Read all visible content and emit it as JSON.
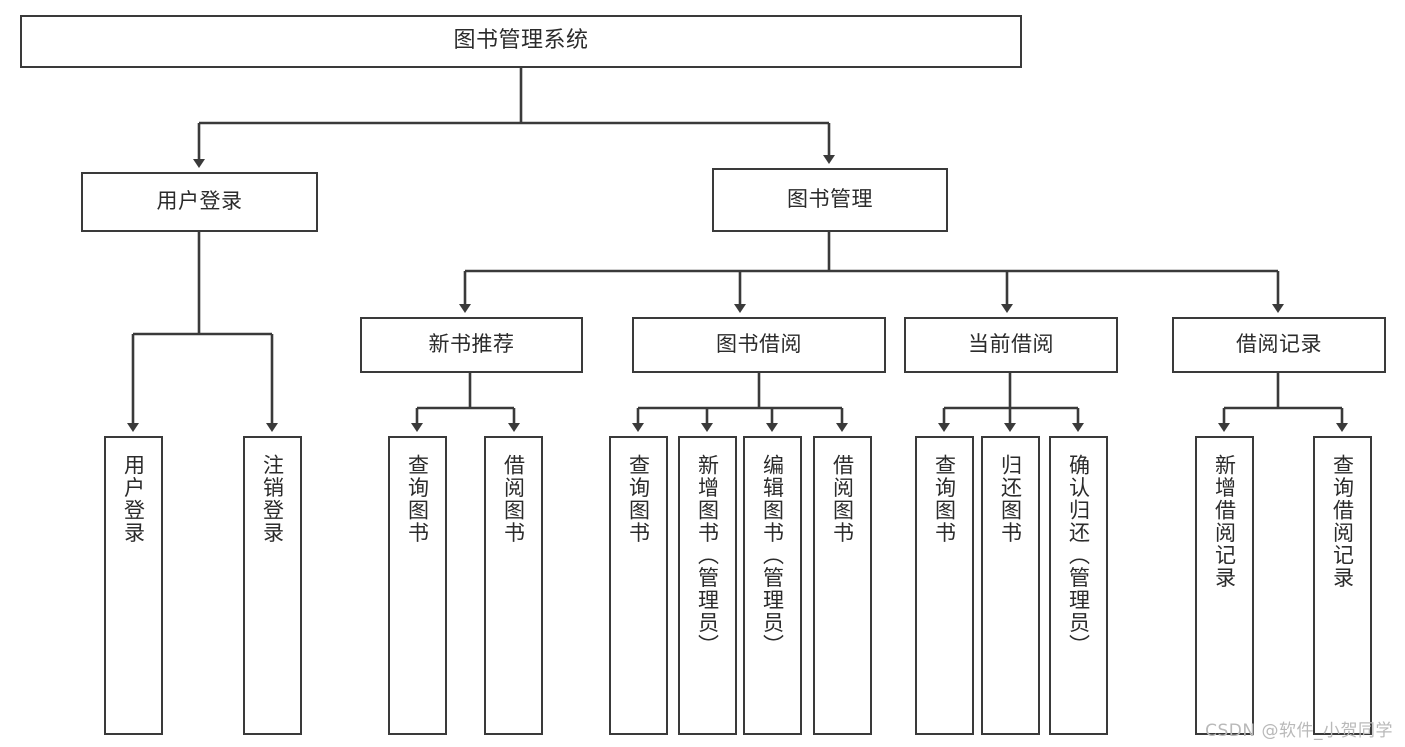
{
  "diagram": {
    "title": "图书管理系统",
    "watermark": "CSDN @软件_小贺同学",
    "stroke_color": "#3a3a3a",
    "text_color": "#2b2b2b",
    "background": "#ffffff",
    "root": {
      "label": "图书管理系统"
    },
    "level1": [
      {
        "label": "用户登录"
      },
      {
        "label": "图书管理"
      }
    ],
    "level2": [
      {
        "label": "新书推荐"
      },
      {
        "label": "图书借阅"
      },
      {
        "label": "当前借阅"
      },
      {
        "label": "借阅记录"
      }
    ],
    "leaves": {
      "user_login": [
        {
          "label": "用户登录"
        },
        {
          "label": "注销登录"
        }
      ],
      "new_book": [
        {
          "label": "查询图书"
        },
        {
          "label": "借阅图书"
        }
      ],
      "book_borrow": [
        {
          "label": "查询图书"
        },
        {
          "label": "新增图书（管理员）"
        },
        {
          "label": "编辑图书（管理员）"
        },
        {
          "label": "借阅图书"
        }
      ],
      "current_borrow": [
        {
          "label": "查询图书"
        },
        {
          "label": "归还图书"
        },
        {
          "label": "确认归还（管理员）"
        }
      ],
      "borrow_record": [
        {
          "label": "新增借阅记录"
        },
        {
          "label": "查询借阅记录"
        }
      ]
    }
  }
}
